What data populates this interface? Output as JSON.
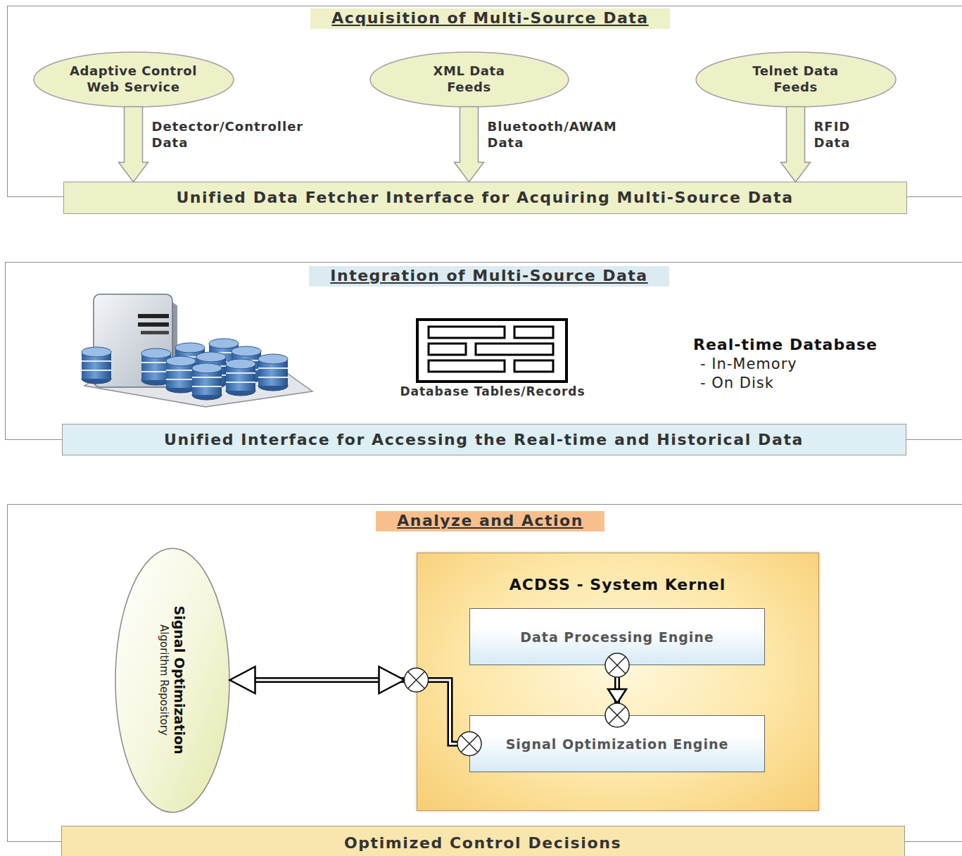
{
  "diagram": {
    "nodes": [
      {
        "text": [
          "Acquisition of Multi-Source Data"
        ]
      },
      {
        "text": [
          "Adaptive Control Web Service"
        ],
        "in": 0
      },
      {
        "text": [
          "XML Data Feeds"
        ],
        "in": 0
      },
      {
        "text": [
          "Telnet Data Feeds"
        ],
        "in": 0
      },
      {
        "text": [
          "Unified Data Fetcher Interface for Acquiring Multi-Source Data"
        ],
        "in": 0
      },
      {
        "text": [
          "Integration of Multi-Source Data"
        ]
      },
      {
        "text": [
          "Unified Interface for Accessing the Real-time and Historical Data"
        ],
        "in": 5
      },
      {
        "text": [
          "Analyze and Action"
        ]
      },
      {
        "text": [
          "Signal Optimization",
          "Algorithm Repository"
        ],
        "in": 7
      },
      {
        "text": [
          "ACDSS - System Kernel"
        ],
        "in": 7
      },
      {
        "text": [
          "Data Processing Engine"
        ],
        "in": 9
      },
      {
        "text": [
          "Signal Optimization Engine"
        ],
        "in": 9
      },
      {
        "text": [
          "Optimized Control Decisions"
        ],
        "in": 7
      }
    ],
    "edges": [
      {
        "from": 1,
        "to": 4,
        "label": "Detector/Controller Data",
        "arrow": "to"
      },
      {
        "from": 2,
        "to": 4,
        "label": "Bluetooth/AWAM Data",
        "arrow": "to"
      },
      {
        "from": 3,
        "to": 4,
        "label": "RFID Data",
        "arrow": "to"
      },
      {
        "from": 8,
        "to": 11,
        "arrow": "both"
      },
      {
        "from": 10,
        "to": 11,
        "arrow": "to"
      }
    ],
    "labels": [
      "Database Tables/Records",
      "Real-time Database",
      "- In-Memory",
      "- On Disk"
    ]
  }
}
